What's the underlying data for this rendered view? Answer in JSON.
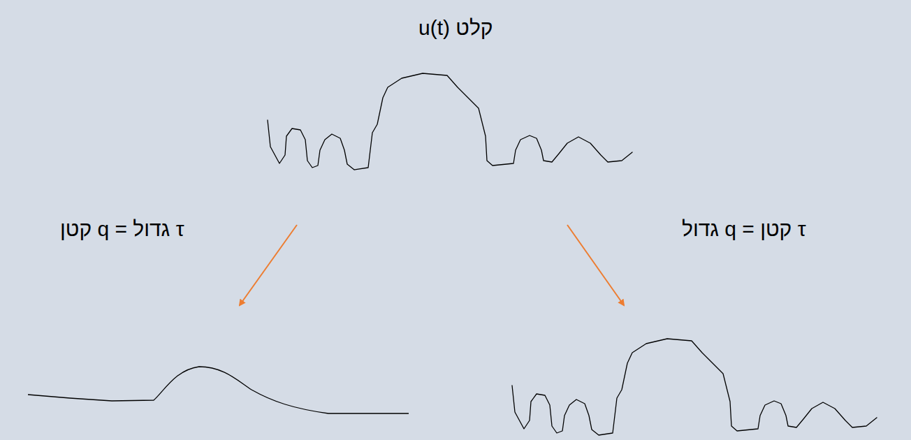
{
  "diagram": {
    "title": "קלט u(t)",
    "labels": [
      "τ גדול = q קטן",
      "τ קטן = q גדול"
    ]
  }
}
